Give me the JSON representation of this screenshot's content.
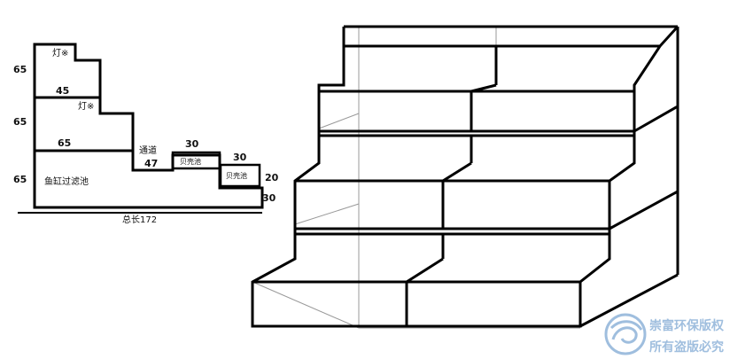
{
  "schematic": {
    "dimensions": {
      "left_height_top": "65",
      "left_height_mid": "65",
      "left_height_bottom": "65",
      "tier1_width": "45",
      "tier2_width": "65",
      "channel_depth": "47",
      "shell_pool1_width": "30",
      "shell_pool2_width": "30",
      "right_height_upper": "20",
      "right_height_lower": "30"
    },
    "labels": {
      "lamp_top": "灯※",
      "lamp_mid": "灯※",
      "channel": "通道",
      "shell_pool_1": "贝壳池",
      "shell_pool_2": "贝壳池",
      "filter_tank": "鱼缸过滤池",
      "total_length": "总长172"
    }
  },
  "watermark": {
    "line1": "崇富环保版权",
    "line2": "所有盗版必究"
  }
}
